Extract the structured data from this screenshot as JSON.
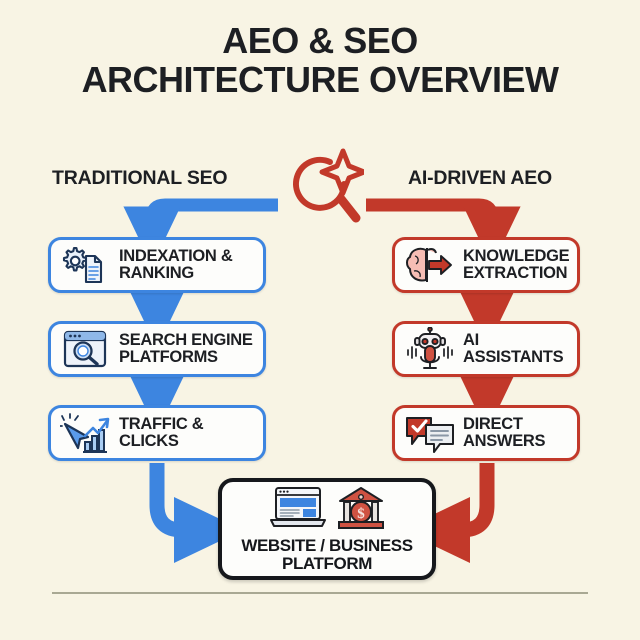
{
  "header": {
    "title_line1": "AEO & SEO",
    "title_line2": "ARCHITECTURE OVERVIEW"
  },
  "columns": {
    "left_header": "TRADITIONAL SEO",
    "right_header": "AI-DRIVEN AEO"
  },
  "center_icon_name": "magnifier-sparkle-icon",
  "colors": {
    "background": "#f8f4e4",
    "seo_blue": "#3d85e0",
    "aeo_red": "#c2392a",
    "text_dark": "#1d1f23",
    "box_fill": "#fdfdfb",
    "hub_border": "#16181c",
    "divider": "#a9a893"
  },
  "left_steps": [
    {
      "label_line1": "INDEXATION &",
      "label_line2": "RANKING",
      "icon": "gear-document-icon"
    },
    {
      "label_line1": "SEARCH ENGINE",
      "label_line2": "PLATFORMS",
      "icon": "browser-magnifier-icon"
    },
    {
      "label_line1": "TRAFFIC &",
      "label_line2": "CLICKS",
      "icon": "cursor-bar-chart-icon"
    }
  ],
  "right_steps": [
    {
      "label_line1": "KNOWLEDGE",
      "label_line2": "EXTRACTION",
      "icon": "brain-arrow-icon"
    },
    {
      "label_line1": "AI ASSISTANTS",
      "label_line2": "",
      "icon": "robot-microphone-icon"
    },
    {
      "label_line1": "DIRECT",
      "label_line2": "ANSWERS",
      "icon": "speech-bubbles-check-icon"
    }
  ],
  "hub": {
    "label_line1": "WEBSITE / BUSINESS",
    "label_line2": "PLATFORM",
    "icons": [
      "laptop-website-icon",
      "bank-business-icon"
    ]
  }
}
